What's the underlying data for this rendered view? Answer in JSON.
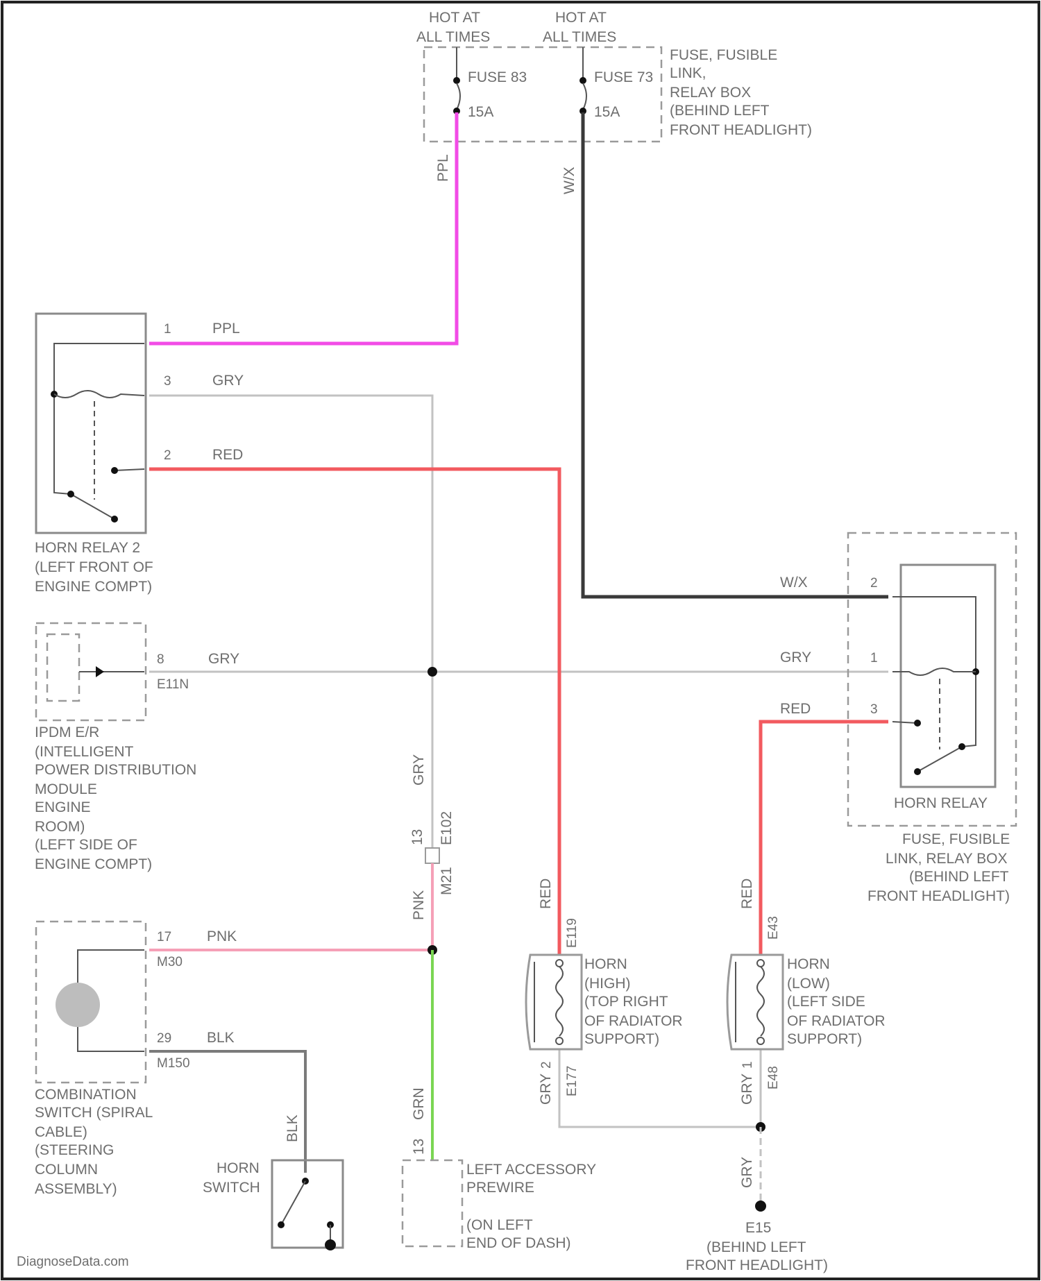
{
  "watermark": "DiagnoseData.com",
  "power": {
    "hot1": [
      "HOT AT",
      "ALL TIMES"
    ],
    "hot2": [
      "HOT AT",
      "ALL TIMES"
    ],
    "fuse1": {
      "name": "FUSE 83",
      "rating": "15A"
    },
    "fuse2": {
      "name": "FUSE 73",
      "rating": "15A"
    },
    "box_label": [
      "FUSE, FUSIBLE",
      "LINK,",
      "RELAY BOX",
      "(BEHIND LEFT",
      "FRONT HEADLIGHT)"
    ]
  },
  "horn_relay_2": {
    "label": [
      "HORN RELAY 2",
      "(LEFT FRONT OF",
      "ENGINE COMPT)"
    ],
    "pins": [
      {
        "num": "1",
        "wire": "PPL"
      },
      {
        "num": "3",
        "wire": "GRY"
      },
      {
        "num": "2",
        "wire": "RED"
      }
    ]
  },
  "ipdm": {
    "label": [
      "IPDM E/R",
      "(INTELLIGENT",
      "POWER DISTRIBUTION",
      "MODULE",
      "ENGINE",
      "ROOM)",
      "(LEFT SIDE OF",
      "ENGINE COMPT)"
    ],
    "pin": "8",
    "connector": "E11N",
    "wire": "GRY"
  },
  "combination_switch": {
    "label": [
      "COMBINATION",
      "SWITCH (SPIRAL",
      "CABLE)",
      "(STEERING",
      "COLUMN",
      "ASSEMBLY)"
    ],
    "pin_top": "17",
    "conn_top": "M30",
    "wire_top": "PNK",
    "pin_bottom": "29",
    "conn_bottom": "M150",
    "wire_bottom": "BLK"
  },
  "horn_switch": {
    "label": [
      "HORN",
      "SWITCH"
    ],
    "wire": "BLK"
  },
  "horn_relay": {
    "label": "HORN RELAY",
    "box_label": [
      "FUSE, FUSIBLE",
      "LINK, RELAY BOX",
      "(BEHIND LEFT",
      "FRONT HEADLIGHT)"
    ],
    "pins": [
      {
        "num": "2",
        "wire": "W/X"
      },
      {
        "num": "1",
        "wire": "GRY"
      },
      {
        "num": "3",
        "wire": "RED"
      }
    ]
  },
  "wire_labels": {
    "fuse1_out": "PPL",
    "fuse2_out": "W/X",
    "grey_vertical": "GRY",
    "connector_mid": [
      "13",
      "E102"
    ],
    "connector_mid2": [
      "M21",
      ""
    ],
    "pnk_vertical": "PNK",
    "grn_vertical": "GRN",
    "grn_pin": "13"
  },
  "horn_high": {
    "label": [
      "HORN",
      "(HIGH)",
      "(TOP RIGHT",
      "OF RADIATOR",
      "SUPPORT)"
    ],
    "wire_in": "RED",
    "conn_top": "E119",
    "pin_bottom": "2",
    "conn_bottom": "E177",
    "wire_out": "GRY"
  },
  "horn_low": {
    "label": [
      "HORN",
      "(LOW)",
      "(LEFT SIDE",
      "OF RADIATOR",
      "SUPPORT)"
    ],
    "wire_in": "RED",
    "conn_top": "E43",
    "pin_bottom": "1",
    "conn_bottom": "E48",
    "wire_out": "GRY"
  },
  "ground": {
    "wire": "GRY",
    "label": [
      "E15",
      "(BEHIND LEFT",
      "FRONT HEADLIGHT)"
    ]
  },
  "accessory": {
    "label": [
      "LEFT ACCESSORY",
      "PREWIRE"
    ],
    "location": [
      "(ON LEFT",
      "END OF DASH)"
    ]
  },
  "colors": {
    "ppl": "#f24ce6",
    "red": "#f25a5f",
    "gry": "#c2c2c2",
    "wx": "#3a3a3a",
    "pnk": "#f5a0b7",
    "grn": "#7ad653",
    "blk": "#7a7a7a"
  }
}
